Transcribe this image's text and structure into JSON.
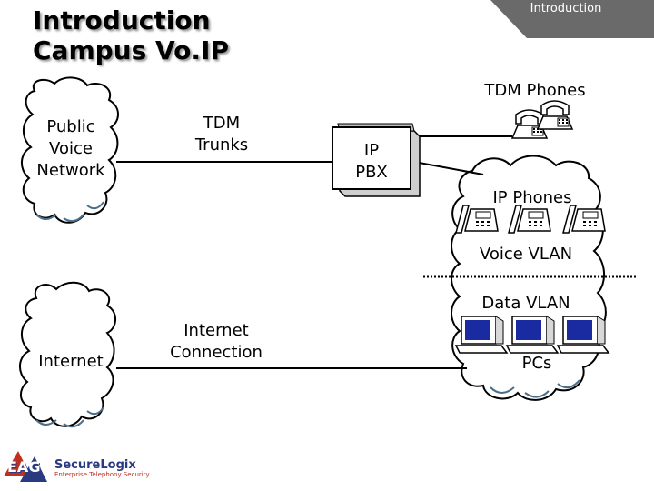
{
  "header": {
    "title_line1": "Introduction",
    "title_line2": "Campus Vo.IP",
    "section_label": "Introduction"
  },
  "diagram": {
    "pstn_cloud_label": "Public Voice Network",
    "pstn_line1": "Public",
    "pstn_line2": "Voice",
    "pstn_line3": "Network",
    "internet_cloud_label": "Internet",
    "tdm_trunks_line1": "TDM",
    "tdm_trunks_line2": "Trunks",
    "internet_conn_line1": "Internet",
    "internet_conn_line2": "Connection",
    "pbx_line1": "IP",
    "pbx_line2": "PBX",
    "tdm_phones_label": "TDM Phones",
    "ip_phones_label": "IP Phones",
    "voice_vlan_label": "Voice VLAN",
    "data_vlan_label": "Data VLAN",
    "pcs_label": "PCs"
  },
  "footer": {
    "logo_main": "EAG",
    "logo_brand": "SecureLogix",
    "logo_tagline": "Enterprise Telephony Security"
  },
  "colors": {
    "accent_tab": "#6a6a6a",
    "ink": "#000000",
    "pc_screen": "#1a2aa0"
  }
}
